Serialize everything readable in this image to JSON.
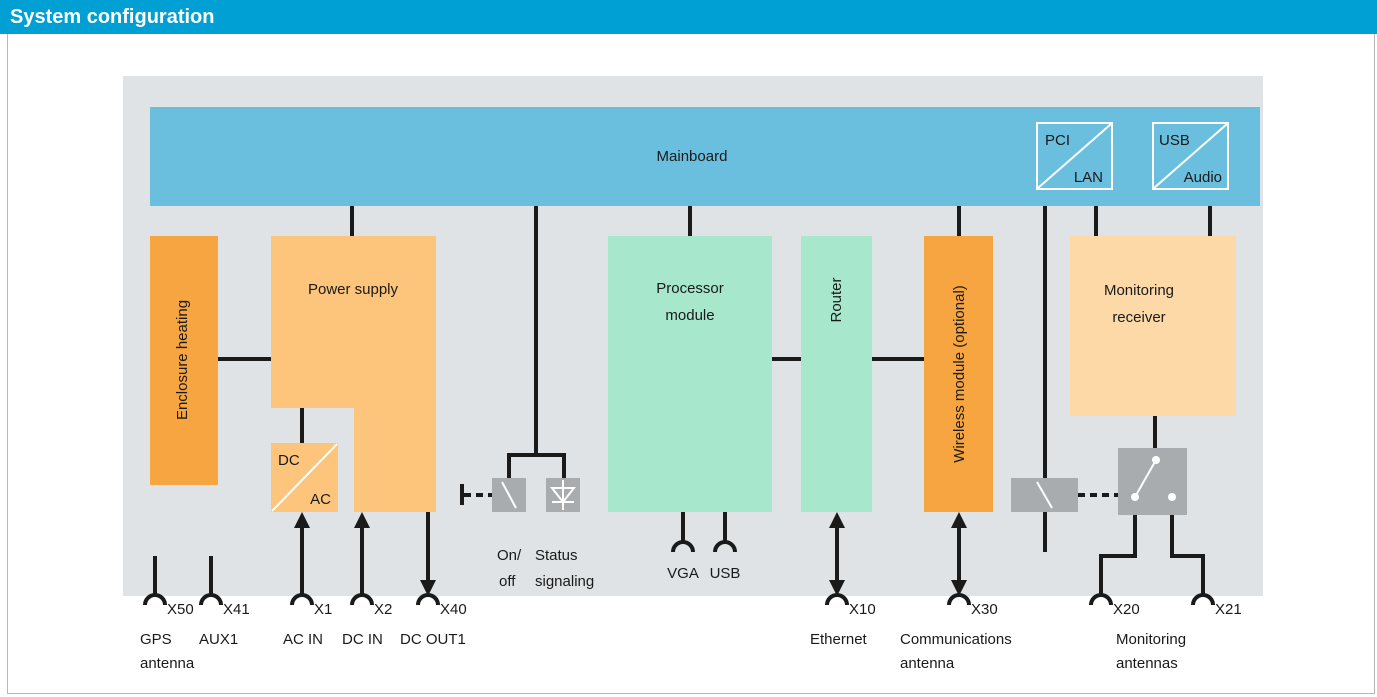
{
  "header": {
    "title": "System configuration"
  },
  "colors": {
    "header_bar": "#009fd4",
    "panel_background": "#dfe3e5",
    "mainboard": "#6abfdf",
    "power_supply": "#fcc57b",
    "enclosure_heating": "#f7a540",
    "processor": "#a7e8cd",
    "router": "#a7e8cd",
    "wireless": "#f7a540",
    "receiver": "#fdd9a8",
    "switch": "#a9acaf"
  },
  "diagram": {
    "mainboard": "Mainboard",
    "converter_pci_lan": {
      "top": "PCI",
      "bottom": "LAN"
    },
    "converter_usb_audio": {
      "top": "USB",
      "bottom": "Audio"
    },
    "enclosure_heating": "Enclosure heating",
    "power_supply": "Power supply",
    "converter_dc_ac": {
      "top": "DC",
      "bottom": "AC"
    },
    "processor_module": {
      "line1": "Processor",
      "line2": "module"
    },
    "router": "Router",
    "wireless_module": "Wireless module (optional)",
    "monitoring_receiver": {
      "line1": "Monitoring",
      "line2": "receiver"
    },
    "on_off": {
      "line1": "On/",
      "line2": "off"
    },
    "status_signaling": {
      "line1": "Status",
      "line2": "signaling"
    },
    "vga": "VGA",
    "usb": "USB",
    "connectors": {
      "x50": "X50",
      "x41": "X41",
      "x1": "X1",
      "x2": "X2",
      "x40": "X40",
      "x10": "X10",
      "x30": "X30",
      "x20": "X20",
      "x21": "X21"
    },
    "labels": {
      "gps_line1": "GPS",
      "gps_line2": "antenna",
      "aux1": "AUX1",
      "ac_in": "AC IN",
      "dc_in": "DC IN",
      "dc_out1": "DC OUT1",
      "ethernet": "Ethernet",
      "comm_line1": "Communications",
      "comm_line2": "antenna",
      "mon_line1": "Monitoring",
      "mon_line2": "antennas"
    }
  }
}
